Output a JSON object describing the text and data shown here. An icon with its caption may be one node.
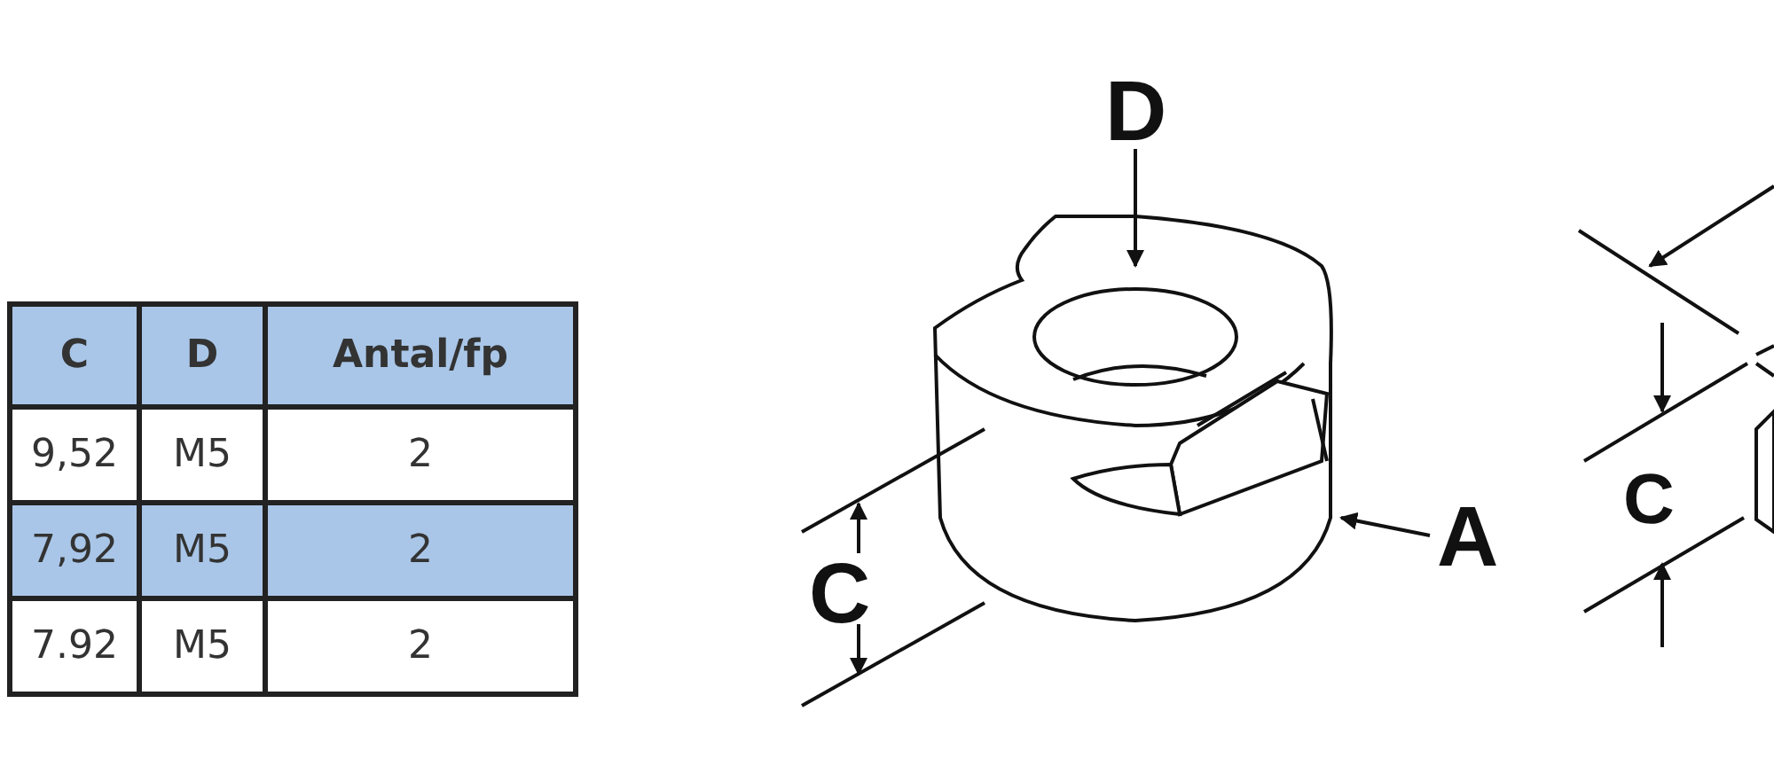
{
  "diagram": {
    "nodes": [
      {
        "text": [
          "D"
        ]
      },
      {
        "text": [],
        "shape": "picture",
        "beside": [
          "C"
        ]
      },
      {
        "text": [
          "A"
        ]
      }
    ],
    "edges": [
      {
        "from": 0,
        "to": 1,
        "arrow": "to"
      },
      {
        "from": 2,
        "to": 1,
        "arrow": "to"
      }
    ],
    "labels": [
      "C",
      "D",
      "Antal/fp",
      "9,52",
      "M5",
      "2",
      "7,92",
      "M5",
      "2",
      "7.92",
      "M5",
      "2",
      "C"
    ]
  }
}
